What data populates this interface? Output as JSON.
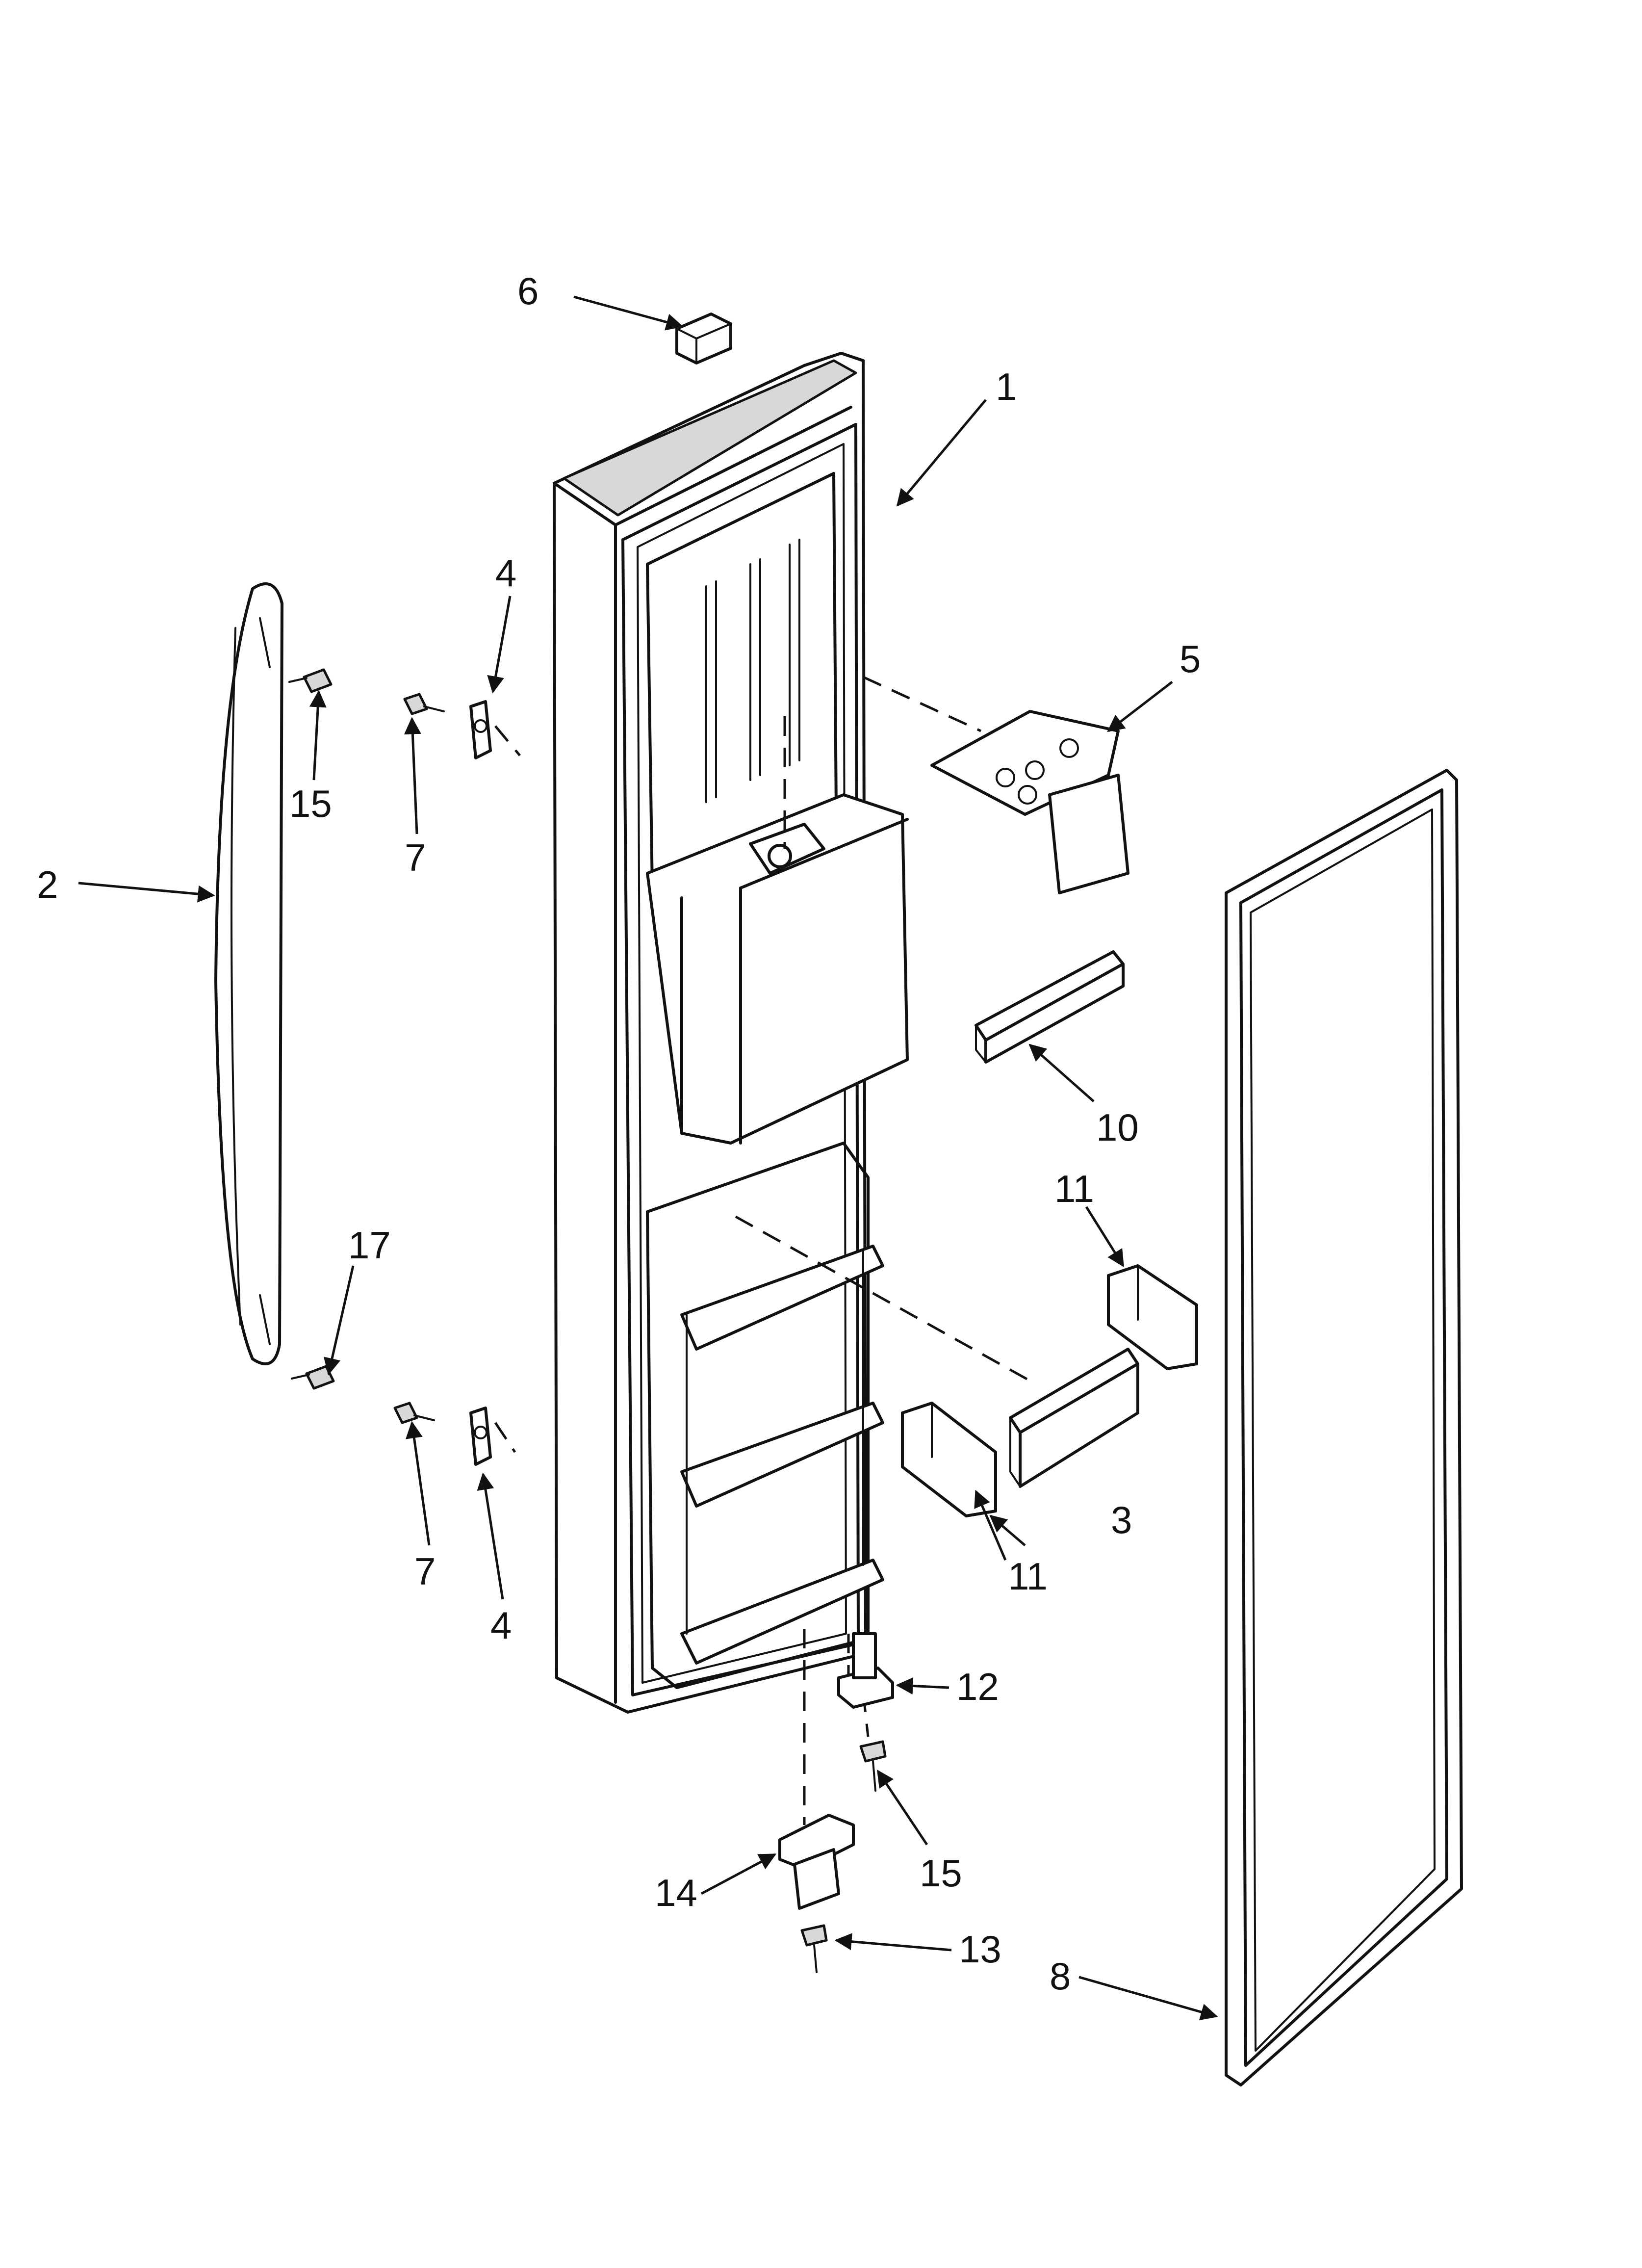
{
  "callouts": [
    {
      "id": "c1",
      "text": "1"
    },
    {
      "id": "c2",
      "text": "2"
    },
    {
      "id": "c3",
      "text": "3"
    },
    {
      "id": "c4a",
      "text": "4"
    },
    {
      "id": "c4b",
      "text": "4"
    },
    {
      "id": "c5",
      "text": "5"
    },
    {
      "id": "c6",
      "text": "6"
    },
    {
      "id": "c7a",
      "text": "7"
    },
    {
      "id": "c7b",
      "text": "7"
    },
    {
      "id": "c8",
      "text": "8"
    },
    {
      "id": "c10",
      "text": "10"
    },
    {
      "id": "c11a",
      "text": "11"
    },
    {
      "id": "c11b",
      "text": "11"
    },
    {
      "id": "c12",
      "text": "12"
    },
    {
      "id": "c13",
      "text": "13"
    },
    {
      "id": "c14",
      "text": "14"
    },
    {
      "id": "c15a",
      "text": "15"
    },
    {
      "id": "c15b",
      "text": "15"
    },
    {
      "id": "c17",
      "text": "17"
    }
  ]
}
